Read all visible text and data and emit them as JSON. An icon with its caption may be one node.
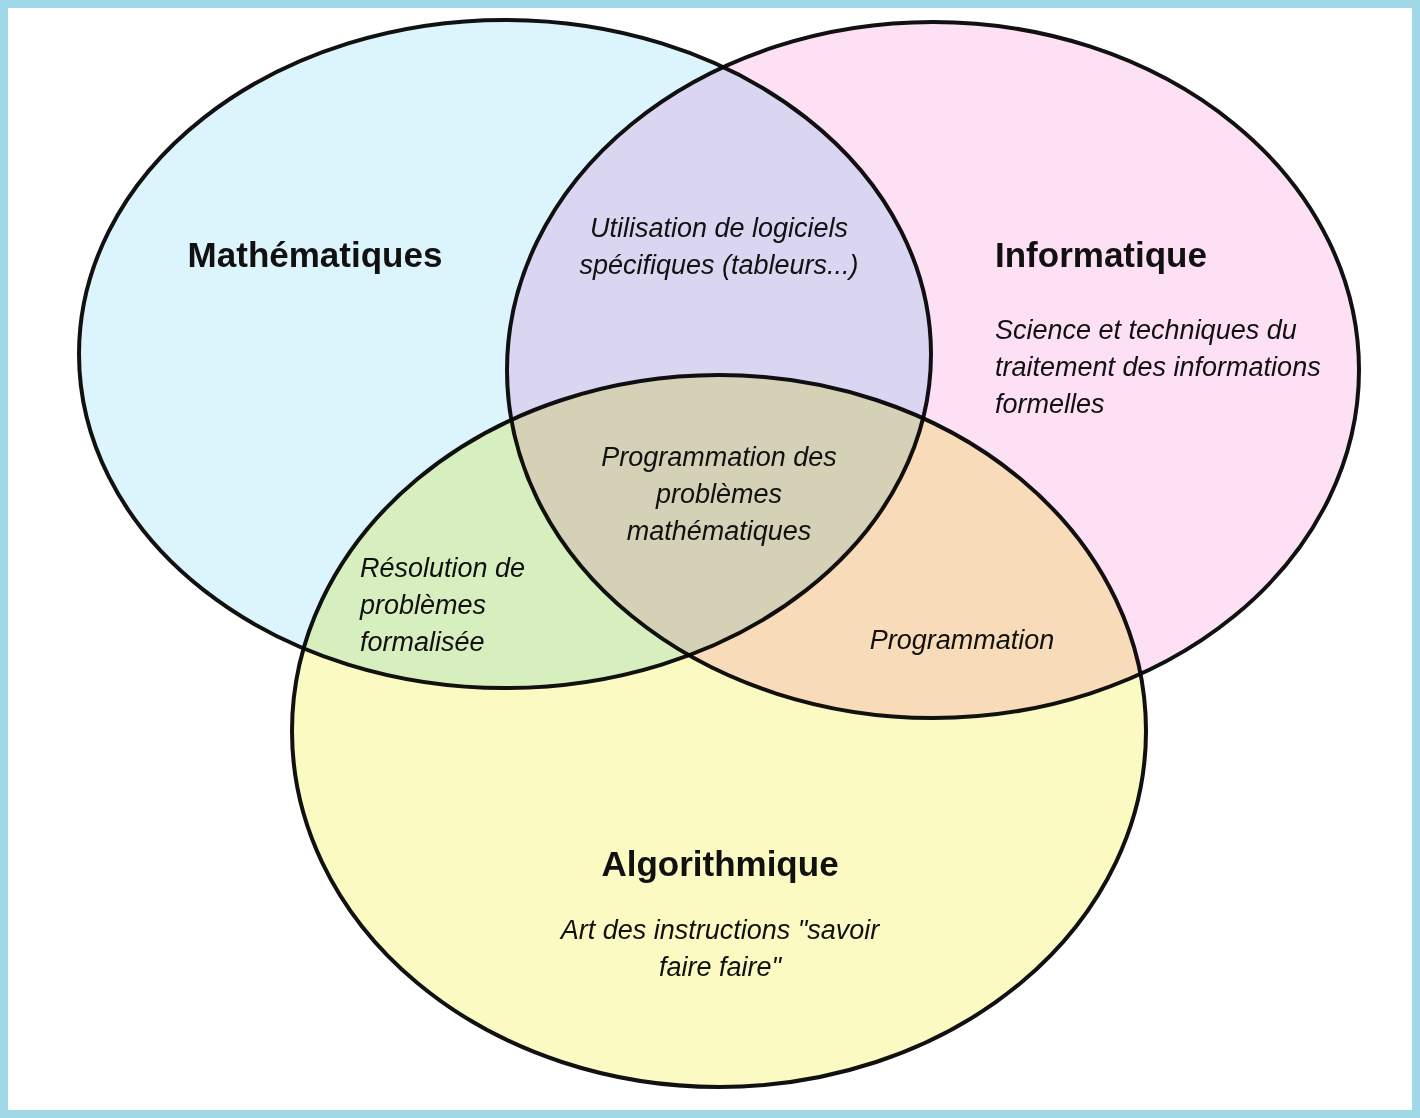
{
  "diagram": {
    "nodes": [
      {
        "text": [
          "Mathématiques"
        ]
      },
      {
        "text": [
          "Informatique",
          "Science et techniques du traitement des informations formelles"
        ]
      },
      {
        "text": [
          "Algorithmique",
          "Art des instructions \"savoir faire faire\""
        ]
      }
    ],
    "labels": [
      "Utilisation de logiciels spécifiques (tableurs...)",
      "Programmation des problèmes mathématiques",
      "Résolution de problèmes formalisée",
      "Programmation"
    ]
  }
}
